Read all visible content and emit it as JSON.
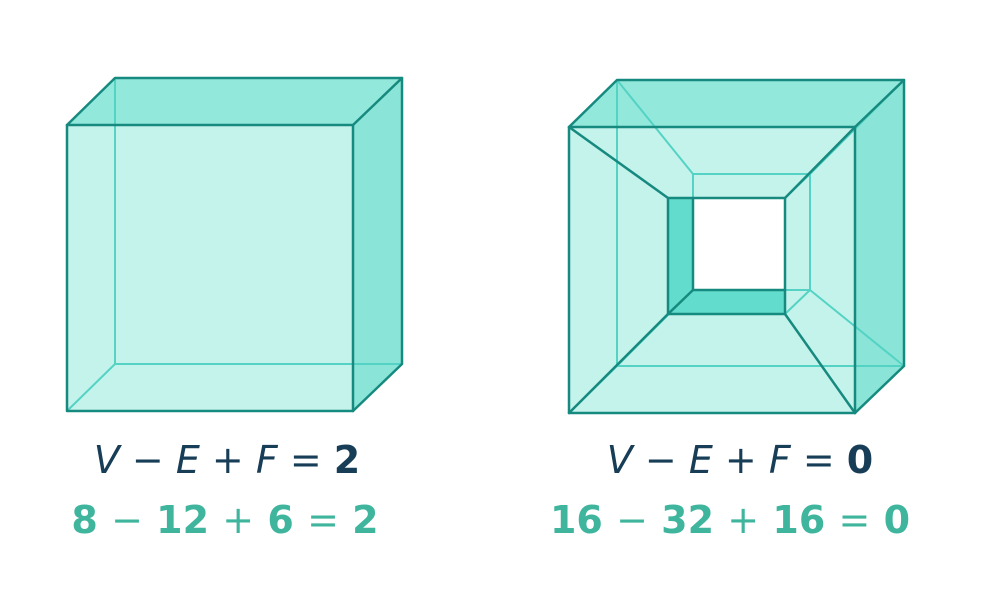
{
  "colors": {
    "outline": "#178a80",
    "hidden_edge": "#54d3c4",
    "front_fill": "#c4f3ec",
    "side_fill": "#8ae5d8",
    "top_fill": "#93e8dc",
    "tunnel_side": "#62dccc",
    "tunnel_face": "#a8ede3",
    "formula_dark": "#173d57",
    "formula_accent": "#3fb59d",
    "background": "#ffffff"
  },
  "cube": {
    "formula": {
      "v": "V",
      "minus": "−",
      "e": "E",
      "plus": "+",
      "f": "F",
      "equals": "=",
      "result": "2"
    },
    "numbers": {
      "vertices": "8",
      "minus": "−",
      "edges": "12",
      "plus": "+",
      "faces": "6",
      "equals": "=",
      "result": "2"
    }
  },
  "torus": {
    "formula": {
      "v": "V",
      "minus": "−",
      "e": "E",
      "plus": "+",
      "f": "F",
      "equals": "=",
      "result": "0"
    },
    "numbers": {
      "vertices": "16",
      "minus": "−",
      "edges": "32",
      "plus": "+",
      "faces": "16",
      "equals": "=",
      "result": "0"
    }
  }
}
